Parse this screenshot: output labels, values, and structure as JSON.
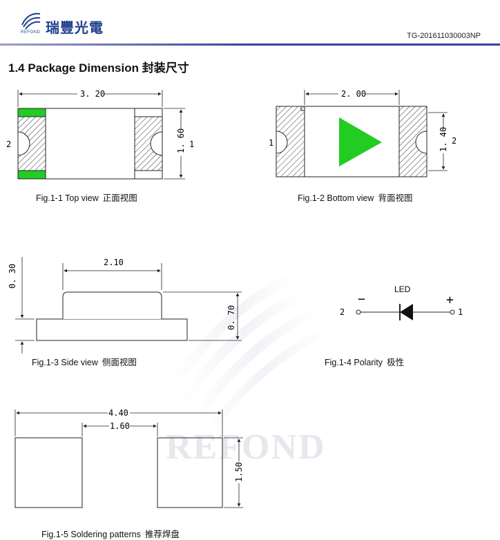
{
  "header": {
    "logo_text_en": "REFOND",
    "logo_text_cn": "瑞豐光電",
    "doc_id": "TG-201611030003NP",
    "rule_color": "#3a3f9a"
  },
  "section": {
    "title_en": "1.4 Package Dimension",
    "title_cn": "封装尺寸"
  },
  "colors": {
    "emitter_green": "#22cc22",
    "line": "#222222",
    "hatch": "#333333"
  },
  "figures": {
    "top_view": {
      "caption_en": "Fig.1-1 Top view",
      "caption_cn": "正面视图",
      "dim_length": "3. 20",
      "dim_width": "1. 60",
      "pin_left": "2",
      "pin_right": "1"
    },
    "bottom_view": {
      "caption_en": "Fig.1-2 Bottom view",
      "caption_cn": "背面视图",
      "dim_length": "2. 00",
      "dim_width": "1. 40",
      "pin_left": "1",
      "pin_right": "2"
    },
    "side_view": {
      "caption_en": "Fig.1-3 Side view",
      "caption_cn": "侧面视图",
      "dim_top": "2.10",
      "dim_dome": "0. 30",
      "dim_height": "0. 70"
    },
    "polarity": {
      "caption_en": "Fig.1-4 Polarity",
      "caption_cn": "极性",
      "label": "LED",
      "minus": "−",
      "plus": "+",
      "pin_left": "2",
      "pin_right": "1"
    },
    "soldering": {
      "caption_en": "Fig.1-5 Soldering patterns",
      "caption_cn": "推荐焊盘",
      "dim_total": "4.40",
      "dim_gap": "1.60",
      "dim_pad_height": "1.50"
    }
  },
  "watermark": "REFOND"
}
